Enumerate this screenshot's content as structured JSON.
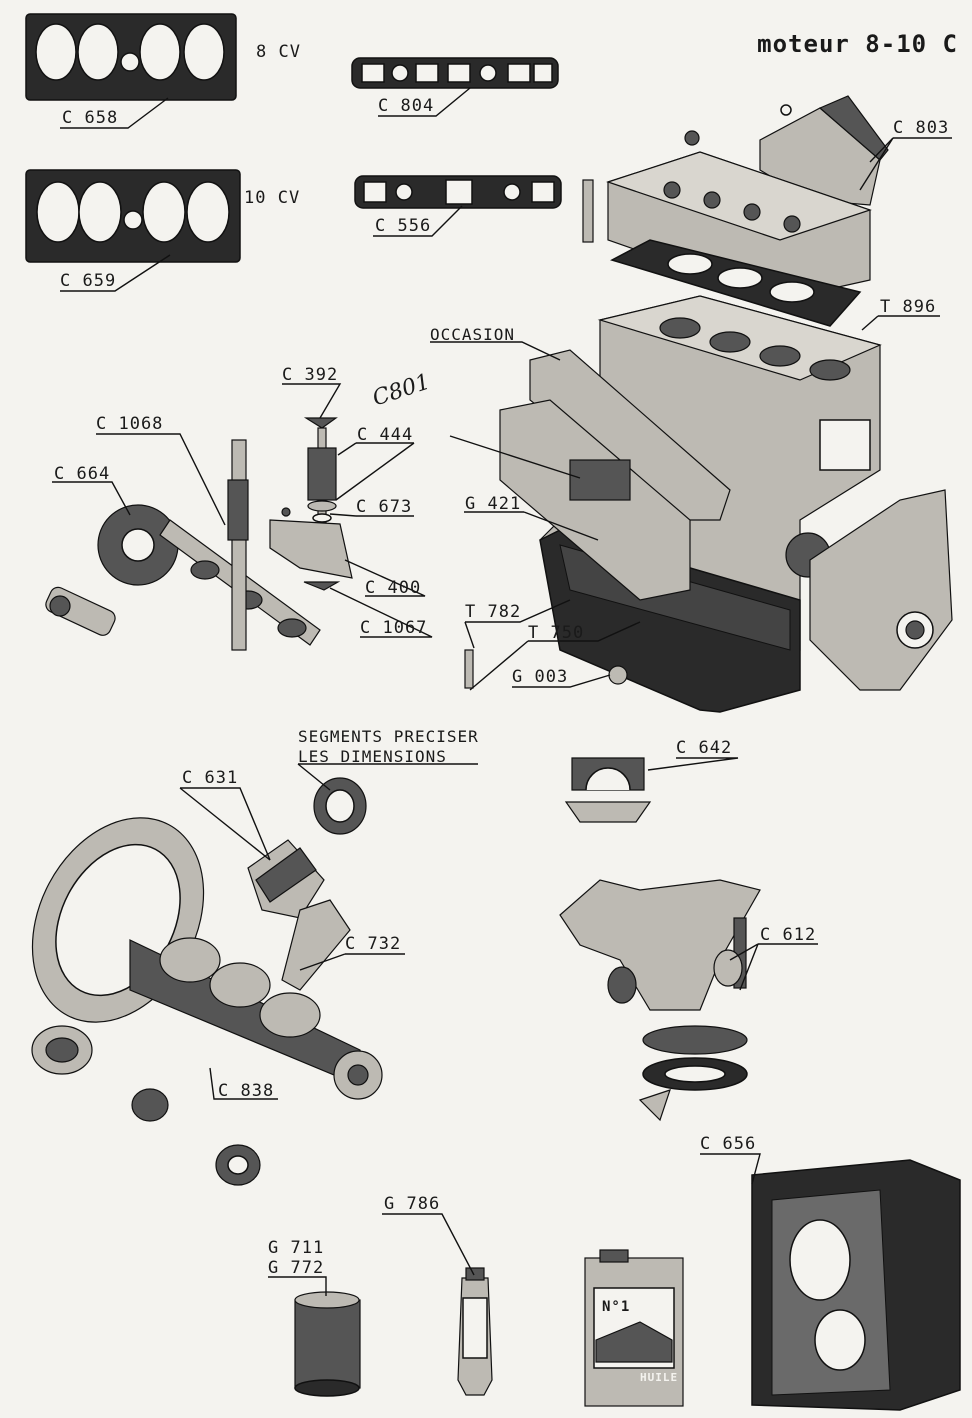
{
  "title": "moteur 8-10 C",
  "handwritten_ref": "C801",
  "notes": {
    "occasion": "OCCASION",
    "segments_line1": "SEGMENTS PRECISER",
    "segments_line2": "LES DIMENSIONS"
  },
  "variants": {
    "cv8": "8 CV",
    "cv10": "10 CV"
  },
  "refs": {
    "c658": "C 658",
    "c659": "C 659",
    "c804": "C 804",
    "c556": "C 556",
    "c803": "C 803",
    "t896": "T 896",
    "c392": "C 392",
    "c444": "C 444",
    "c1068": "C 1068",
    "c664": "C 664",
    "c673": "C 673",
    "c400": "C 400",
    "c1067": "C 1067",
    "g421": "G 421",
    "t782": "T 782",
    "t750": "T 750",
    "g003": "G 003",
    "c642": "C 642",
    "c631": "C 631",
    "c732": "C 732",
    "c612": "C 612",
    "c838": "C 838",
    "c656": "C 656",
    "g786": "G 786",
    "g711": "G 711",
    "g772": "G 772"
  },
  "product_text": {
    "can_label": "N°1",
    "can_brand": "HUILE"
  }
}
